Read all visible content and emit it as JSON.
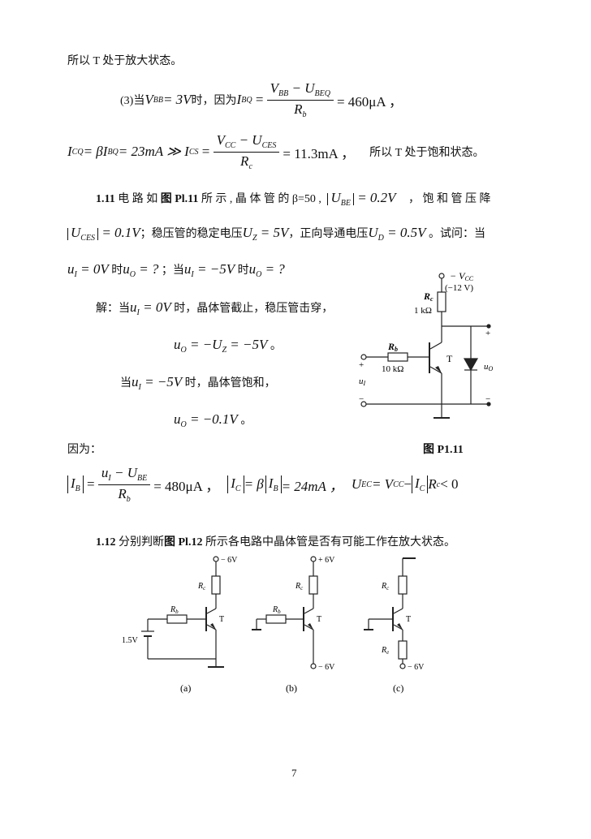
{
  "line1": "所以 T 处于放大状态。",
  "eq3": {
    "prefix": "(3)当",
    "lhs": "V",
    "lhs_sub": "BB",
    "lhs_val": " = 3V",
    "mid": " 时，因为",
    "ibq": "I",
    "ibq_sub": "BQ",
    "num": "V",
    "num_sub1": "BB",
    "num_mid": " − U",
    "num_sub2": "BEQ",
    "den": "R",
    "den_sub": "b",
    "result": "= 460μA ，"
  },
  "eq4": {
    "icq": "I",
    "icq_sub": "CQ",
    "mid1": " = βI",
    "ibq_sub": "BQ",
    "mid2": " = 23mA ≫ I",
    "ics_sub": "CS",
    "num": "V",
    "num_sub1": "CC",
    "num_mid": " − U",
    "num_sub2": "CES",
    "den": "R",
    "den_sub": "c",
    "result": "= 11.3mA ，",
    "tail": "所以 T 处于饱和状态。"
  },
  "p111": {
    "num": "1.11",
    "text1": " 电 路 如",
    "fig": " 图 Pl.11",
    "text2": " 所 示 , 晶 体 管 的 β=50 ,",
    "ube": "U",
    "ube_sub": "BE",
    "ube_val": " = 0.2V",
    "text3": "，  饱 和 管 压 降",
    "uces": "U",
    "uces_sub": "CES",
    "uces_val": " = 0.1V",
    "text4": "；稳压管的稳定电压",
    "uz": "U",
    "uz_sub": "Z",
    "uz_val": " = 5V",
    "text5": "，正向导通电压",
    "ud": "U",
    "ud_sub": "D",
    "ud_val": " = 0.5V",
    "text6": " 。试问：当",
    "q_ui1": "u",
    "q_ui1_sub": "I",
    "q_ui1_val": " = 0V",
    "q_t1": " 时",
    "q_uo1": "u",
    "q_uo1_sub": "O",
    "q_uo1_val": " = ?",
    "q_t2": " ；当",
    "q_ui2_val": " = −5V",
    "q_t3": " 时",
    "q_uo2_val": " = ?"
  },
  "solution": {
    "s1_prefix": "解：当",
    "s1_ui": "u",
    "s1_ui_sub": "I",
    "s1_ui_val": " = 0V",
    "s1_text": " 时，晶体管截止，稳压管击穿，",
    "s2_uo": "u",
    "s2_uo_sub": "O",
    "s2_val": " = −U",
    "s2_sub": "Z",
    "s2_val2": " = −5V",
    "s2_end": " 。",
    "s3_prefix": "当",
    "s3_ui_val": " = −5V",
    "s3_text": " 时，晶体管饱和，",
    "s4_val": " = −0.1V",
    "s4_end": " 。",
    "because": "因为：",
    "fig_caption": "图 P1.11"
  },
  "eq5": {
    "ib": "I",
    "ib_sub": "B",
    "num": "u",
    "num_sub1": "I",
    "num_mid": " − U",
    "num_sub2": "BE",
    "den": "R",
    "den_sub": "b",
    "r1": "= 480μA ，",
    "ic": "I",
    "ic_sub": "C",
    "mid": " = β",
    "ib2": "I",
    "ib2_sub": "B",
    "r2": " = 24mA ，",
    "uec": "U",
    "uec_sub": "EC",
    "mid2": " = V",
    "vcc_sub": "CC",
    "minus": " − ",
    "ic2": "I",
    "ic2_sub": "C",
    "rc": "R",
    "rc_sub": "c",
    "r3": " < 0"
  },
  "p112": {
    "num": "1.12",
    "text1": " 分别判断",
    "fig": "图 Pl.12",
    "text2": " 所示各电路中晶体管是否有可能工作在放大状态。"
  },
  "fig111": {
    "vcc_label": "− V",
    "vcc_sub": "CC",
    "vcc_val": "(−12 V)",
    "rc_label": "R",
    "rc_sub": "c",
    "rc_val": "1 kΩ",
    "rb_label": "R",
    "rb_sub": "b",
    "rb_val": "10 kΩ",
    "t_label": "T",
    "ui_label": "u",
    "ui_sub": "I",
    "uo_label": "u",
    "uo_sub": "O",
    "plus": "+",
    "minus": "−"
  },
  "fig112": {
    "a_top": "− 6V",
    "a_rc": "R",
    "a_rc_sub": "c",
    "a_rb": "R",
    "a_rb_sub": "b",
    "a_t": "T",
    "a_src": "1.5V",
    "a_cap": "(a)",
    "b_top": "+ 6V",
    "b_rc": "R",
    "b_rc_sub": "c",
    "b_rb": "R",
    "b_rb_sub": "b",
    "b_t": "T",
    "b_bot": "− 6V",
    "b_cap": "(b)",
    "c_rc": "R",
    "c_rc_sub": "c",
    "c_t": "T",
    "c_re": "R",
    "c_re_sub": "e",
    "c_bot": "− 6V",
    "c_cap": "(c)"
  },
  "page_number": "7"
}
